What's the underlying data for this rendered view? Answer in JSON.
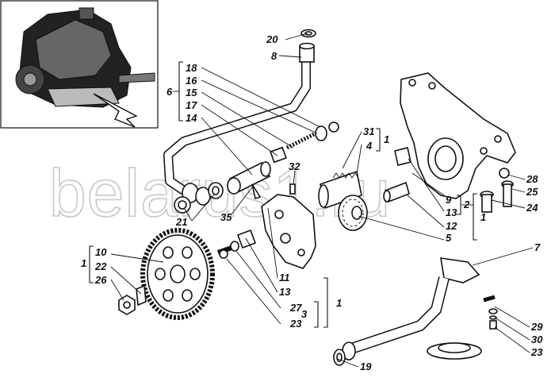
{
  "watermark": "belarus1.ru",
  "labels": {
    "l1a": "1",
    "l1b": "1",
    "l1c": "1",
    "l1d": "1",
    "l2": "2",
    "l3": "3",
    "l4": "4",
    "l5": "5",
    "l6": "6",
    "l7": "7",
    "l8": "8",
    "l9": "9",
    "l10": "10",
    "l11": "11",
    "l12": "12",
    "l13a": "13",
    "l13b": "13",
    "l14": "14",
    "l15": "15",
    "l16": "16",
    "l17": "17",
    "l18": "18",
    "l19": "19",
    "l20": "20",
    "l21": "21",
    "l22": "22",
    "l23a": "23",
    "l23b": "23",
    "l24": "24",
    "l25": "25",
    "l26": "26",
    "l27": "27",
    "l28": "28",
    "l29": "29",
    "l30": "30",
    "l31": "31",
    "l32": "32",
    "l35": "35"
  }
}
